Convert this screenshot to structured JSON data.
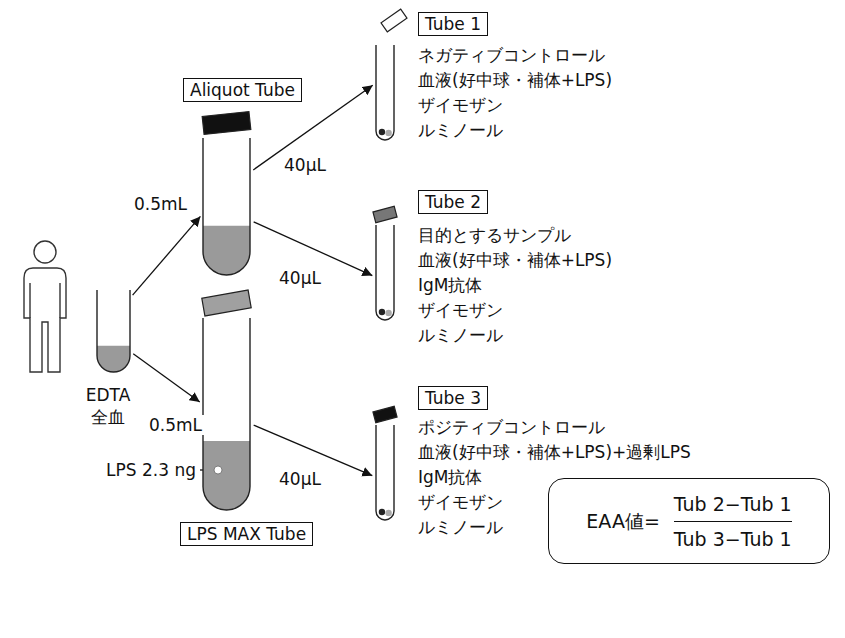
{
  "diagram": {
    "nodes": [
      {
        "text": [
          "EDTA 全血"
        ]
      },
      {
        "text": [
          "Aliquot Tube"
        ]
      },
      {
        "text": [
          "LPS MAX Tube"
        ]
      },
      {
        "text": [
          "Tube 1",
          "ネガティブコントロール",
          "血液(好中球・補体+LPS)",
          "ザイモザン",
          "ルミノール"
        ]
      },
      {
        "text": [
          "Tube 2",
          "目的とするサンプル",
          "血液(好中球・補体+LPS)",
          "IgM抗体",
          "ザイモザン",
          "ルミノール"
        ]
      },
      {
        "text": [
          "Tube 3",
          "ポジティブコントロール",
          "血液(好中球・補体+LPS)+過剰LPS",
          "IgM抗体",
          "ザイモザン",
          "ルミノール"
        ]
      },
      {
        "text": [
          "EAA値=",
          "Tub 2−Tub 1",
          "Tub 3−Tub 1"
        ]
      }
    ],
    "edges": [
      {
        "from": 0,
        "to": 1,
        "arrow": "to",
        "label": "0.5mL"
      },
      {
        "from": 0,
        "to": 2,
        "arrow": "to",
        "label": "0.5mL"
      },
      {
        "from": 1,
        "to": 3,
        "arrow": "to",
        "label": "40μL"
      },
      {
        "from": 1,
        "to": 4,
        "arrow": "to",
        "label": "40μL"
      },
      {
        "from": 2,
        "to": 5,
        "arrow": "to",
        "label": "40μL"
      }
    ],
    "labels": [
      "LPS 2.3 ng"
    ]
  }
}
